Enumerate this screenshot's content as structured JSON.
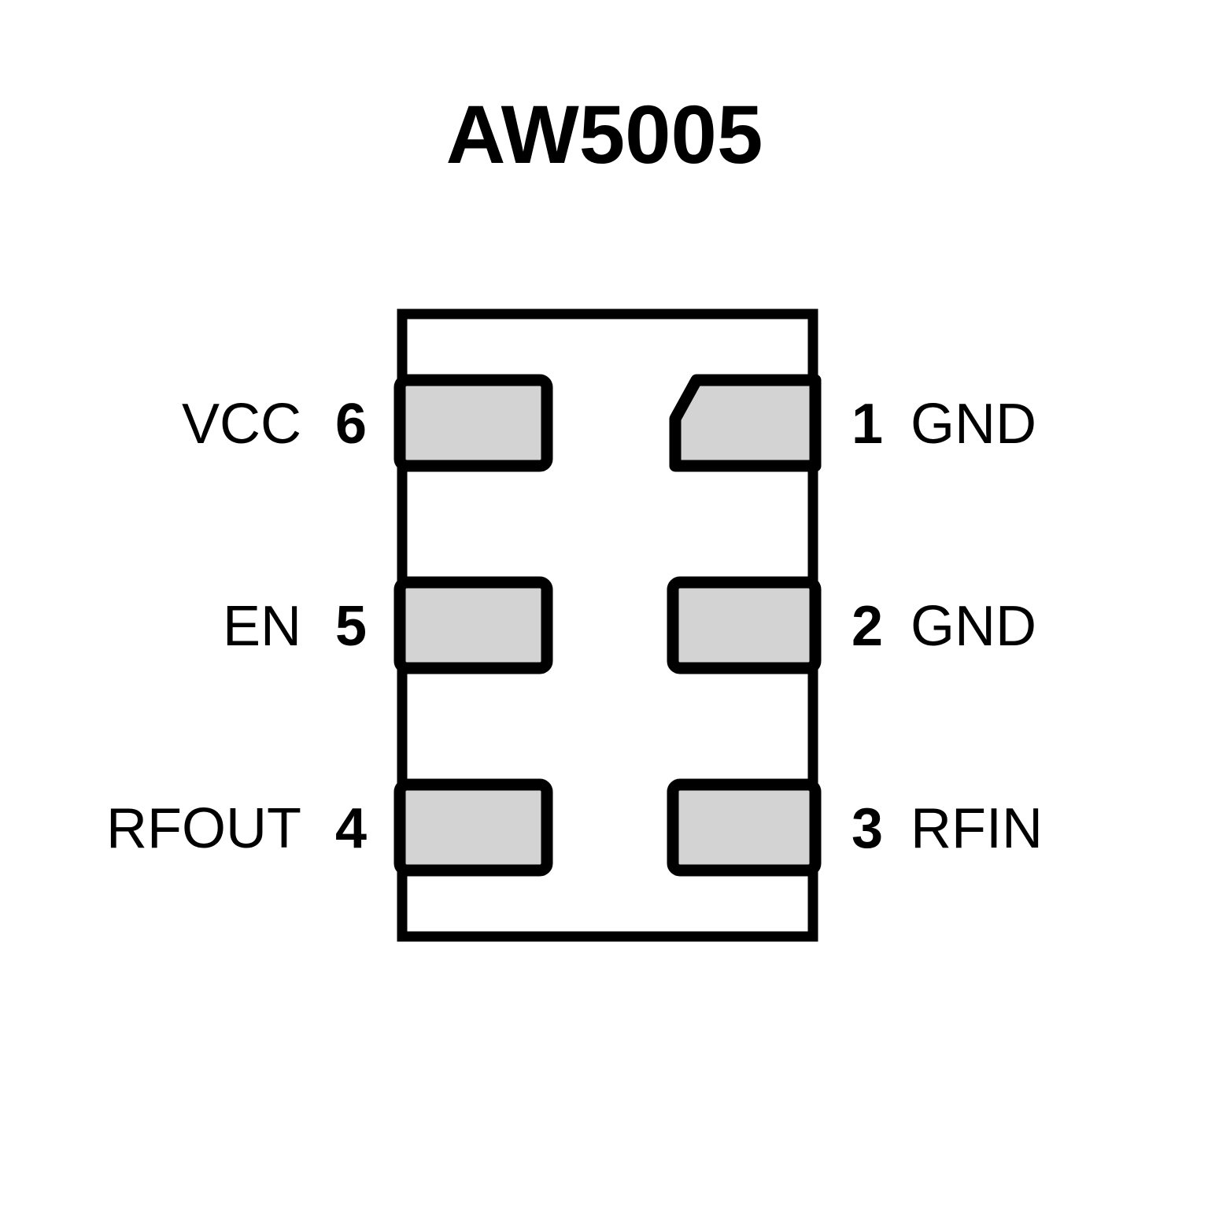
{
  "title": "AW5005",
  "package": {
    "fill_color": "#d3d3d3",
    "outline_color": "#000000",
    "background_color": "#ffffff"
  },
  "pins": {
    "left": [
      {
        "number": "6",
        "signal": "VCC"
      },
      {
        "number": "5",
        "signal": "EN"
      },
      {
        "number": "4",
        "signal": "RFOUT"
      }
    ],
    "right": [
      {
        "number": "1",
        "signal": "GND"
      },
      {
        "number": "2",
        "signal": "GND"
      },
      {
        "number": "3",
        "signal": "RFIN"
      }
    ]
  }
}
